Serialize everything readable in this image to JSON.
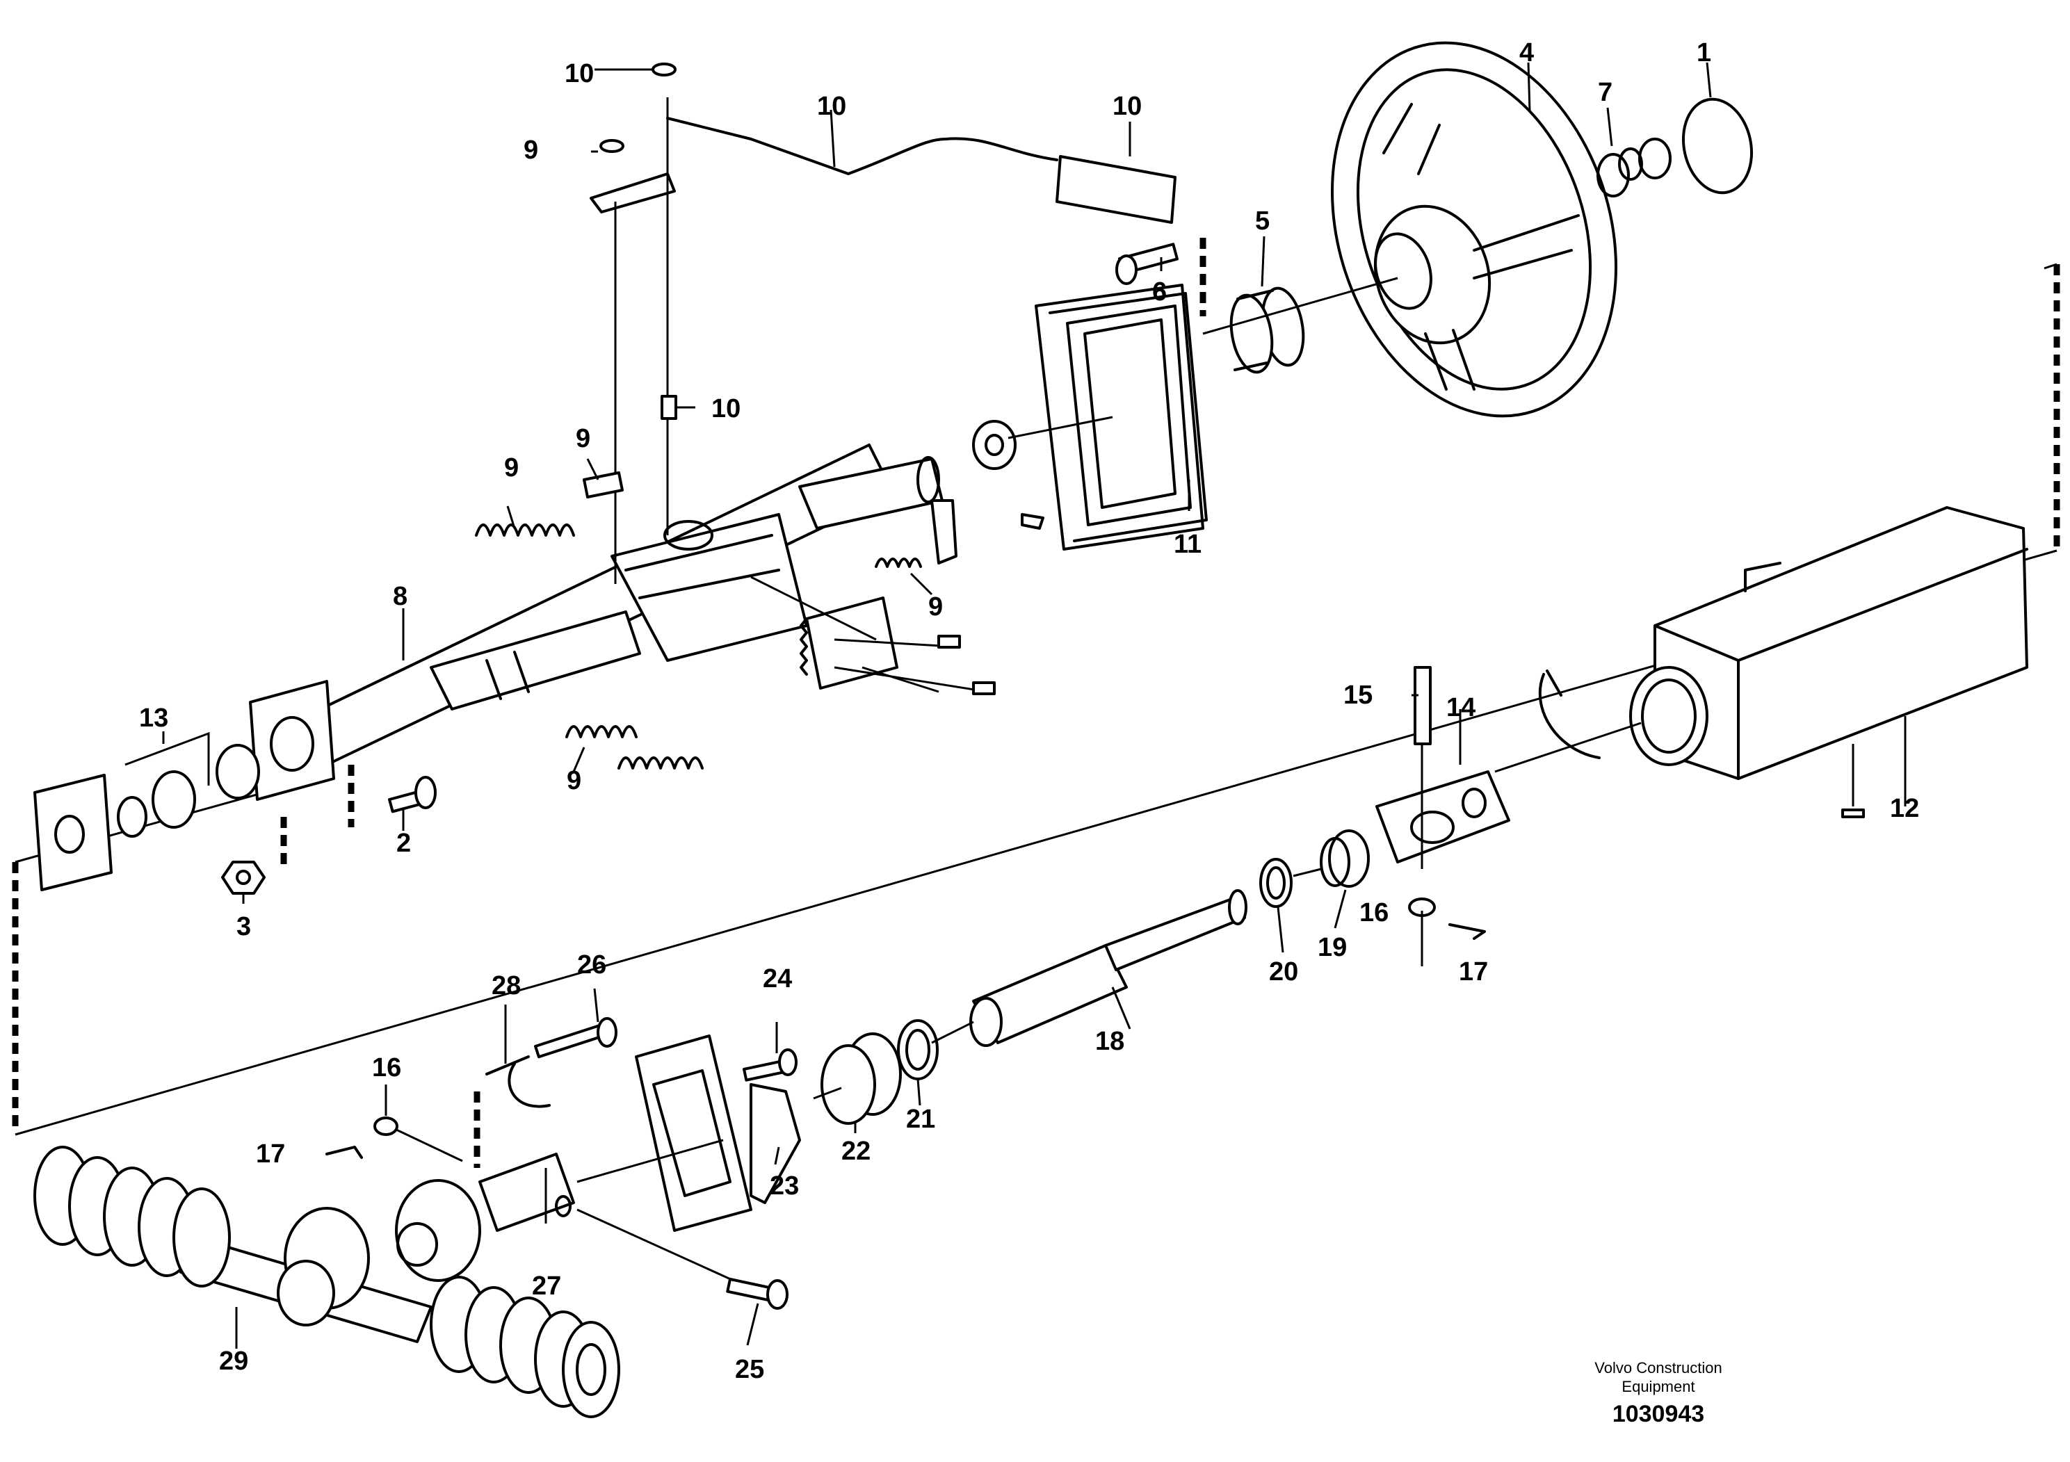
{
  "diagram": {
    "callouts": {
      "c1": "1",
      "c2": "2",
      "c3": "3",
      "c4": "4",
      "c5": "5",
      "c6": "6",
      "c7": "7",
      "c8": "8",
      "c9a": "9",
      "c9b": "9",
      "c9c": "9",
      "c9d": "9",
      "c9e": "9",
      "c10a": "10",
      "c10b": "10",
      "c10c": "10",
      "c10d": "10",
      "c11": "11",
      "c12": "12",
      "c13": "13",
      "c14": "14",
      "c15": "15",
      "c16a": "16",
      "c16b": "16",
      "c17a": "17",
      "c17b": "17",
      "c18": "18",
      "c19": "19",
      "c20": "20",
      "c21": "21",
      "c22": "22",
      "c23": "23",
      "c24": "24",
      "c25": "25",
      "c26": "26",
      "c27": "27",
      "c28": "28",
      "c29": "29"
    },
    "caption_line1": "Volvo Construction",
    "caption_line2": "Equipment",
    "document_number": "1030943"
  }
}
